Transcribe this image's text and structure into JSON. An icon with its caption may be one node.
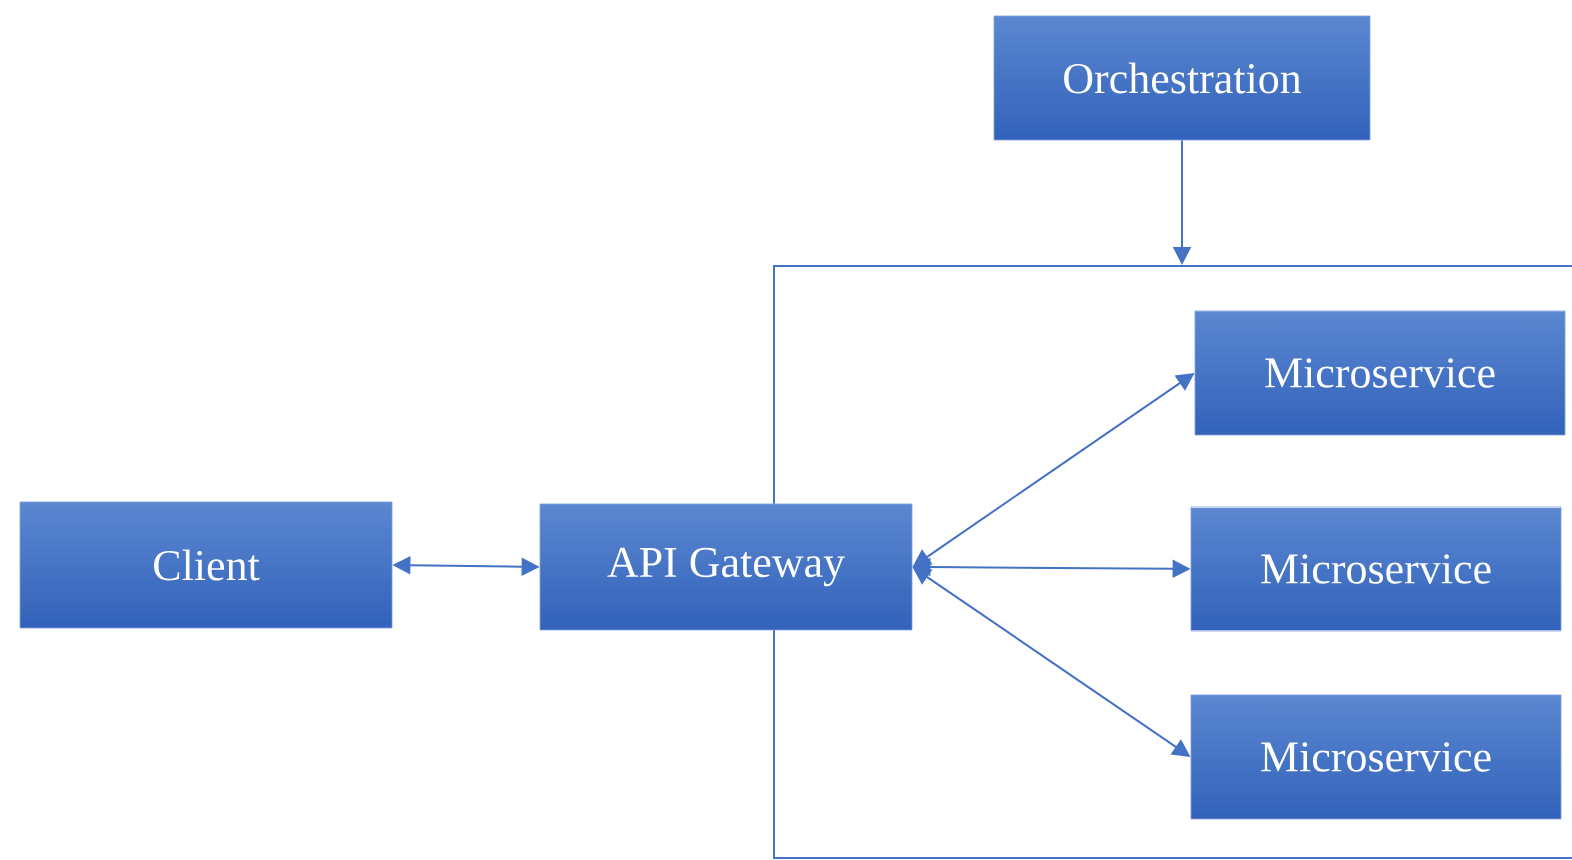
{
  "diagram": {
    "nodes": [
      {
        "text": [
          "Orchestration"
        ]
      },
      {
        "text": [],
        "shape": "box"
      },
      {
        "text": [
          "Microservice"
        ],
        "in": 1
      },
      {
        "text": [
          "Microservice"
        ],
        "in": 1
      },
      {
        "text": [
          "Microservice"
        ],
        "in": 1
      },
      {
        "text": [
          "Client"
        ]
      },
      {
        "text": [
          "API Gateway"
        ]
      }
    ],
    "edges": [
      {
        "from": 0,
        "to": 1,
        "arrow": "to"
      },
      {
        "from": 5,
        "to": 6,
        "arrow": "both"
      },
      {
        "from": 6,
        "to": 2,
        "arrow": "both"
      },
      {
        "from": 6,
        "to": 3,
        "arrow": "both"
      },
      {
        "from": 6,
        "to": 4,
        "arrow": "both"
      }
    ]
  }
}
